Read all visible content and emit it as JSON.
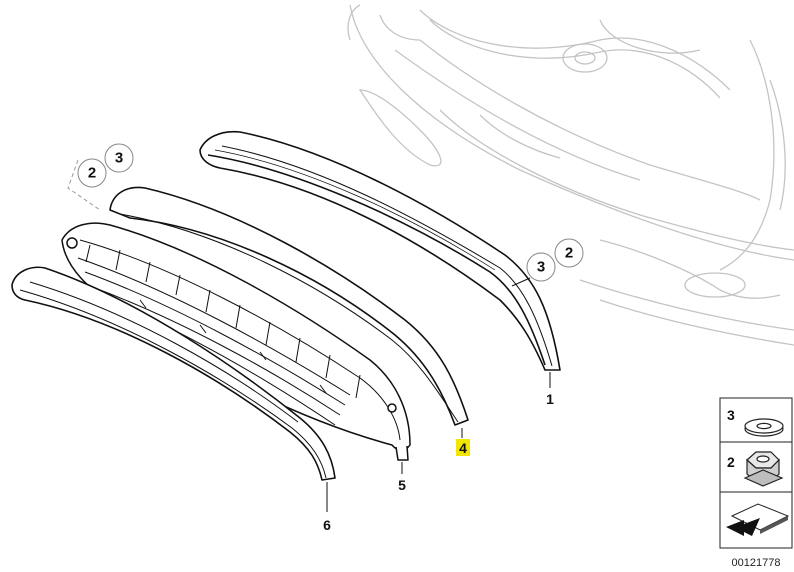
{
  "parts": {
    "p1": "1",
    "p4": "4",
    "p5": "5",
    "p6": "6"
  },
  "callouts": {
    "left_a": "2",
    "left_b": "3",
    "right_a": "3",
    "right_b": "2"
  },
  "legend": {
    "washer_num": "3",
    "nut_num": "2"
  },
  "doc_number": "00121778",
  "highlight_color": "#f2e600"
}
